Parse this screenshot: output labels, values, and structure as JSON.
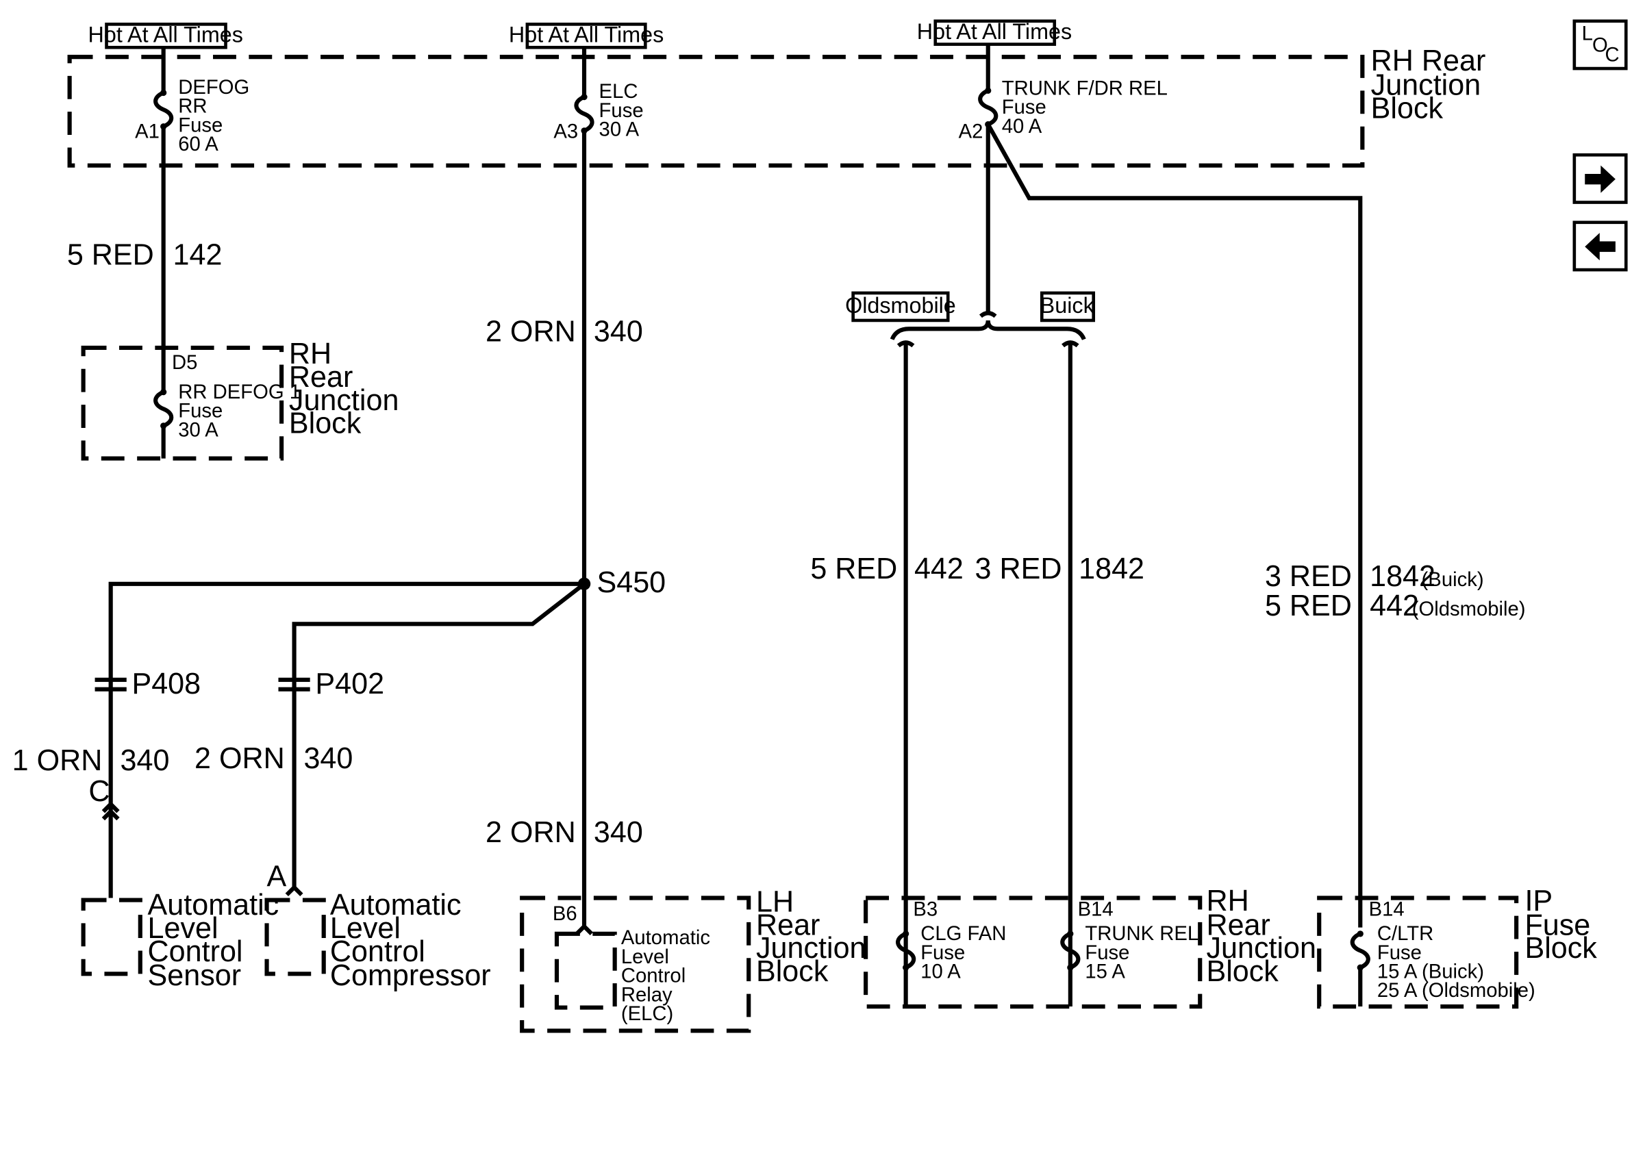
{
  "power_labels": {
    "hot1": "Hot At All Times",
    "hot2": "Hot At All Times",
    "hot3": "Hot At All Times"
  },
  "rh_rear_block_top": {
    "label": [
      "RH Rear",
      "Junction",
      "Block"
    ]
  },
  "fuses_top": {
    "defog": {
      "pin": "A1",
      "name": [
        "DEFOG",
        "RR",
        "Fuse"
      ],
      "rating": "60 A"
    },
    "elc": {
      "pin": "A3",
      "name": [
        "ELC",
        "Fuse"
      ],
      "rating": "30 A"
    },
    "trunk": {
      "pin": "A2",
      "name": [
        "TRUNK F/DR REL",
        "Fuse"
      ],
      "rating": "40 A"
    }
  },
  "wires": {
    "defog_feed": {
      "gauge": "5 RED",
      "circuit": "142"
    },
    "elc_upper": {
      "gauge": "2 ORN",
      "circuit": "340"
    },
    "elc_lower": {
      "gauge": "2 ORN",
      "circuit": "340"
    },
    "p408_lower": {
      "gauge": "1 ORN",
      "circuit": "340"
    },
    "p402_lower": {
      "gauge": "2 ORN",
      "circuit": "340"
    },
    "clg_feed": {
      "gauge": "5 RED",
      "circuit": "442"
    },
    "trunk_feed": {
      "gauge": "3 RED",
      "circuit": "1842"
    },
    "ip_feed_buick": {
      "gauge": "3 RED",
      "circuit": "1842",
      "note": "(Buick)"
    },
    "ip_feed_olds": {
      "gauge": "5 RED",
      "circuit": "442",
      "note": "(Oldsmobile)"
    }
  },
  "rh_rear_block_left": {
    "pin": "D5",
    "fuse": [
      "RR DEFOG 1",
      "Fuse",
      "30 A"
    ],
    "label": [
      "RH",
      "Rear",
      "Junction",
      "Block"
    ]
  },
  "splice": {
    "name": "S450"
  },
  "connectors": {
    "p408": {
      "name": "P408",
      "terminal": "C"
    },
    "p402": {
      "name": "P402",
      "terminal": "A"
    }
  },
  "components": {
    "sensor": [
      "Automatic",
      "Level",
      "Control",
      "Sensor"
    ],
    "compressor": [
      "Automatic",
      "Level",
      "Control",
      "Compressor"
    ]
  },
  "lh_rear_block": {
    "pin": "B6",
    "relay": [
      "Automatic",
      "Level",
      "Control",
      "Relay",
      "(ELC)"
    ],
    "label": [
      "LH",
      "Rear",
      "Junction",
      "Block"
    ]
  },
  "options": {
    "olds": "Oldsmobile",
    "buick": "Buick"
  },
  "rh_rear_block_right": {
    "fuse1": {
      "pin": "B3",
      "name": [
        "CLG FAN",
        "Fuse"
      ],
      "rating": "10 A"
    },
    "fuse2": {
      "pin": "B14",
      "name": [
        "TRUNK REL",
        "Fuse"
      ],
      "rating": "15 A"
    },
    "label": [
      "RH",
      "Rear",
      "Junction",
      "Block"
    ]
  },
  "ip_fuse_block": {
    "pin": "B14",
    "fuse": [
      "C/LTR",
      "Fuse",
      "15 A (Buick)",
      "25 A (Oldsmobile)"
    ],
    "label": [
      "IP",
      "Fuse",
      "Block"
    ]
  },
  "nav": {
    "loc_icon": "loc-icon",
    "loc_L": "L",
    "loc_O": "O",
    "loc_C": "C",
    "forward_icon": "arrow-right-icon",
    "back_icon": "arrow-left-icon"
  }
}
